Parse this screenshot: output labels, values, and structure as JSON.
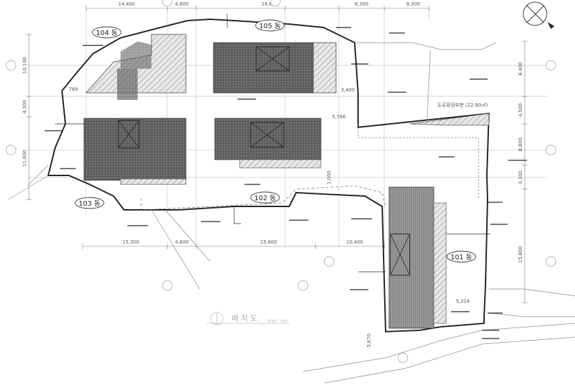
{
  "buildings": [
    {
      "id": "b104",
      "label": "104 동"
    },
    {
      "id": "b105",
      "label": "105 동"
    },
    {
      "id": "b103",
      "label": "103 동"
    },
    {
      "id": "b102",
      "label": "102 동"
    },
    {
      "id": "b101",
      "label": "101 동"
    }
  ],
  "dimensions_top": [
    "14,400",
    "4,800",
    "16,600",
    "8,300",
    "8,300"
  ],
  "dimensions_bottom": [
    "15,300",
    "4,600",
    "15,600",
    "10,400"
  ],
  "dimensions_left": [
    "10,100",
    "4,300",
    "11,600"
  ],
  "dimensions_right": [
    "8,400",
    "4,500",
    "8,800",
    "3,300",
    "15,800"
  ],
  "annotations": {
    "d_789": "789",
    "d_3400": "3,400",
    "d_5766": "5,766",
    "d_1000": "1,000",
    "d_5314": "5,314",
    "d_5670": "5,670",
    "road": "도로확장부분 (22.60㎡)"
  },
  "title": {
    "text": "배 치 도",
    "scale": "SCALE : 1/400"
  }
}
